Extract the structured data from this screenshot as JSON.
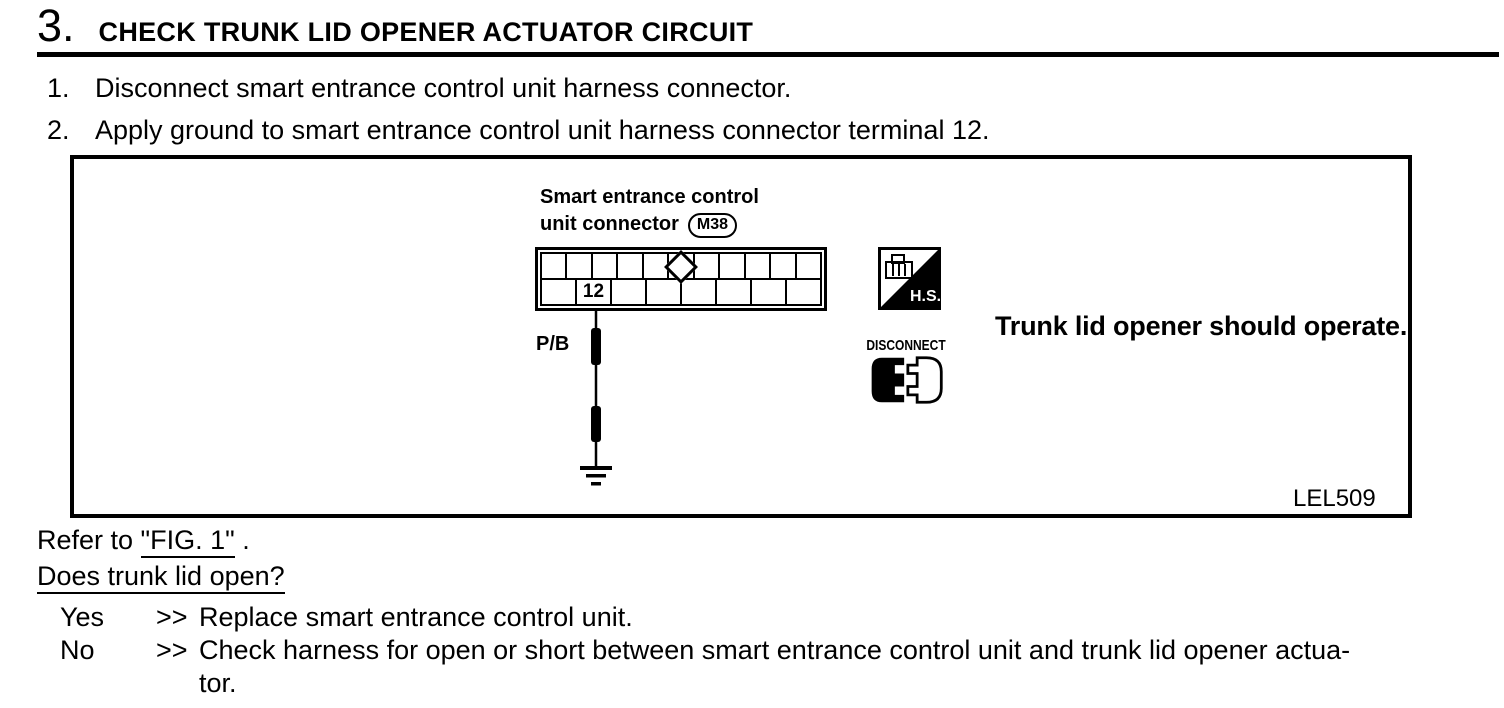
{
  "doc": {
    "step_no": "3.",
    "title": "CHECK TRUNK LID OPENER ACTUATOR CIRCUIT",
    "steps": [
      {
        "num": "1.",
        "text": "Disconnect smart entrance control unit harness connector."
      },
      {
        "num": "2.",
        "text": "Apply ground to smart entrance control unit harness connector terminal 12."
      }
    ],
    "figure": {
      "connector_label_line1": "Smart entrance control",
      "connector_label_line2": "unit connector",
      "connector_id": "M38",
      "terminal": "12",
      "wire_color": "P/B",
      "hs_badge": "H.S.",
      "disconnect_label": "DISCONNECT",
      "result_text": "Trunk lid opener should operate.",
      "figure_code": "LEL509"
    },
    "refer_prefix": "Refer to ",
    "refer_link": "\"FIG. 1\"",
    "refer_suffix": " .",
    "question": "Does trunk lid open?",
    "answers": [
      {
        "label": "Yes",
        "arrow": ">>",
        "line1": "Replace smart entrance control unit.",
        "line2": ""
      },
      {
        "label": "No",
        "arrow": ">>",
        "line1": "Check harness for open or short between smart entrance control unit and trunk lid opener actua-",
        "line2": "tor."
      }
    ]
  }
}
